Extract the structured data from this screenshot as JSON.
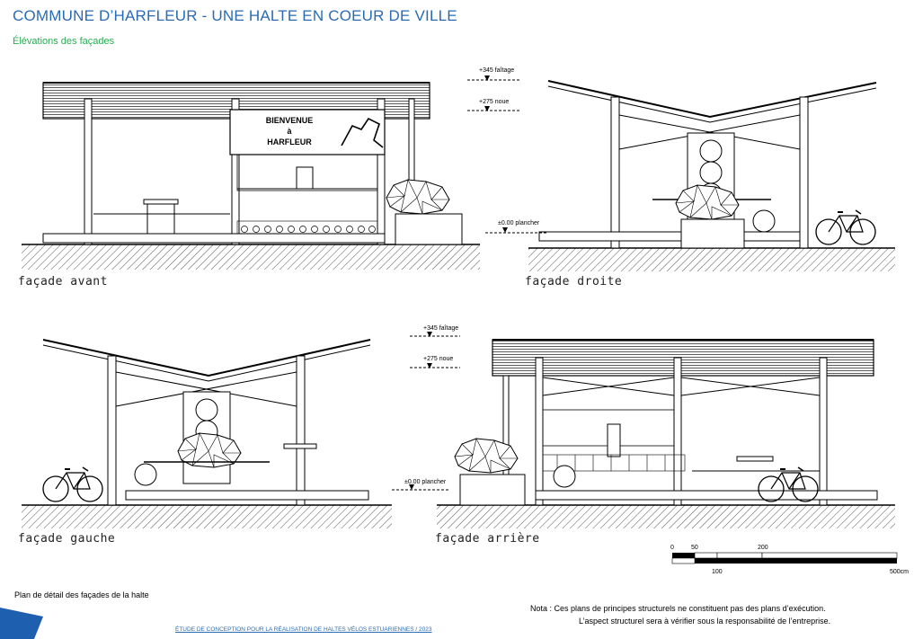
{
  "header": {
    "title": "COMMUNE D’HARFLEUR - UNE HALTE EN COEUR DE VILLE",
    "subtitle": "Élévations des façades"
  },
  "sign": {
    "line1": "BIENVENUE",
    "line2": "à",
    "line3": "HARFLEUR"
  },
  "levels": {
    "ridge": "+345 faîtage",
    "valley": "+275 noue",
    "floor": "±0.00 plancher"
  },
  "facades": {
    "front": "façade avant",
    "right": "façade droite",
    "left": "façade gauche",
    "rear": "façade arrière"
  },
  "scale": {
    "t0": "0",
    "t50": "50",
    "t100": "100",
    "t200": "200",
    "t500": "500cm"
  },
  "plan_label": "Plan de détail des façades de la halte",
  "note": {
    "line1": "Nota : Ces plans de principes structurels ne constituent pas des plans d’exécution.",
    "line2": "L’aspect structurel sera à vérifier sous la responsabilité de l’entreprise."
  },
  "footer": {
    "study": "ÉTUDE DE CONCEPTION POUR LA RÉALISATION DE HALTES VÉLOS ESTUARIENNES",
    "year": " / 2023"
  },
  "colors": {
    "title": "#2a6bb3",
    "subtitle": "#2eaa55",
    "corner": "#1f5fb0"
  }
}
